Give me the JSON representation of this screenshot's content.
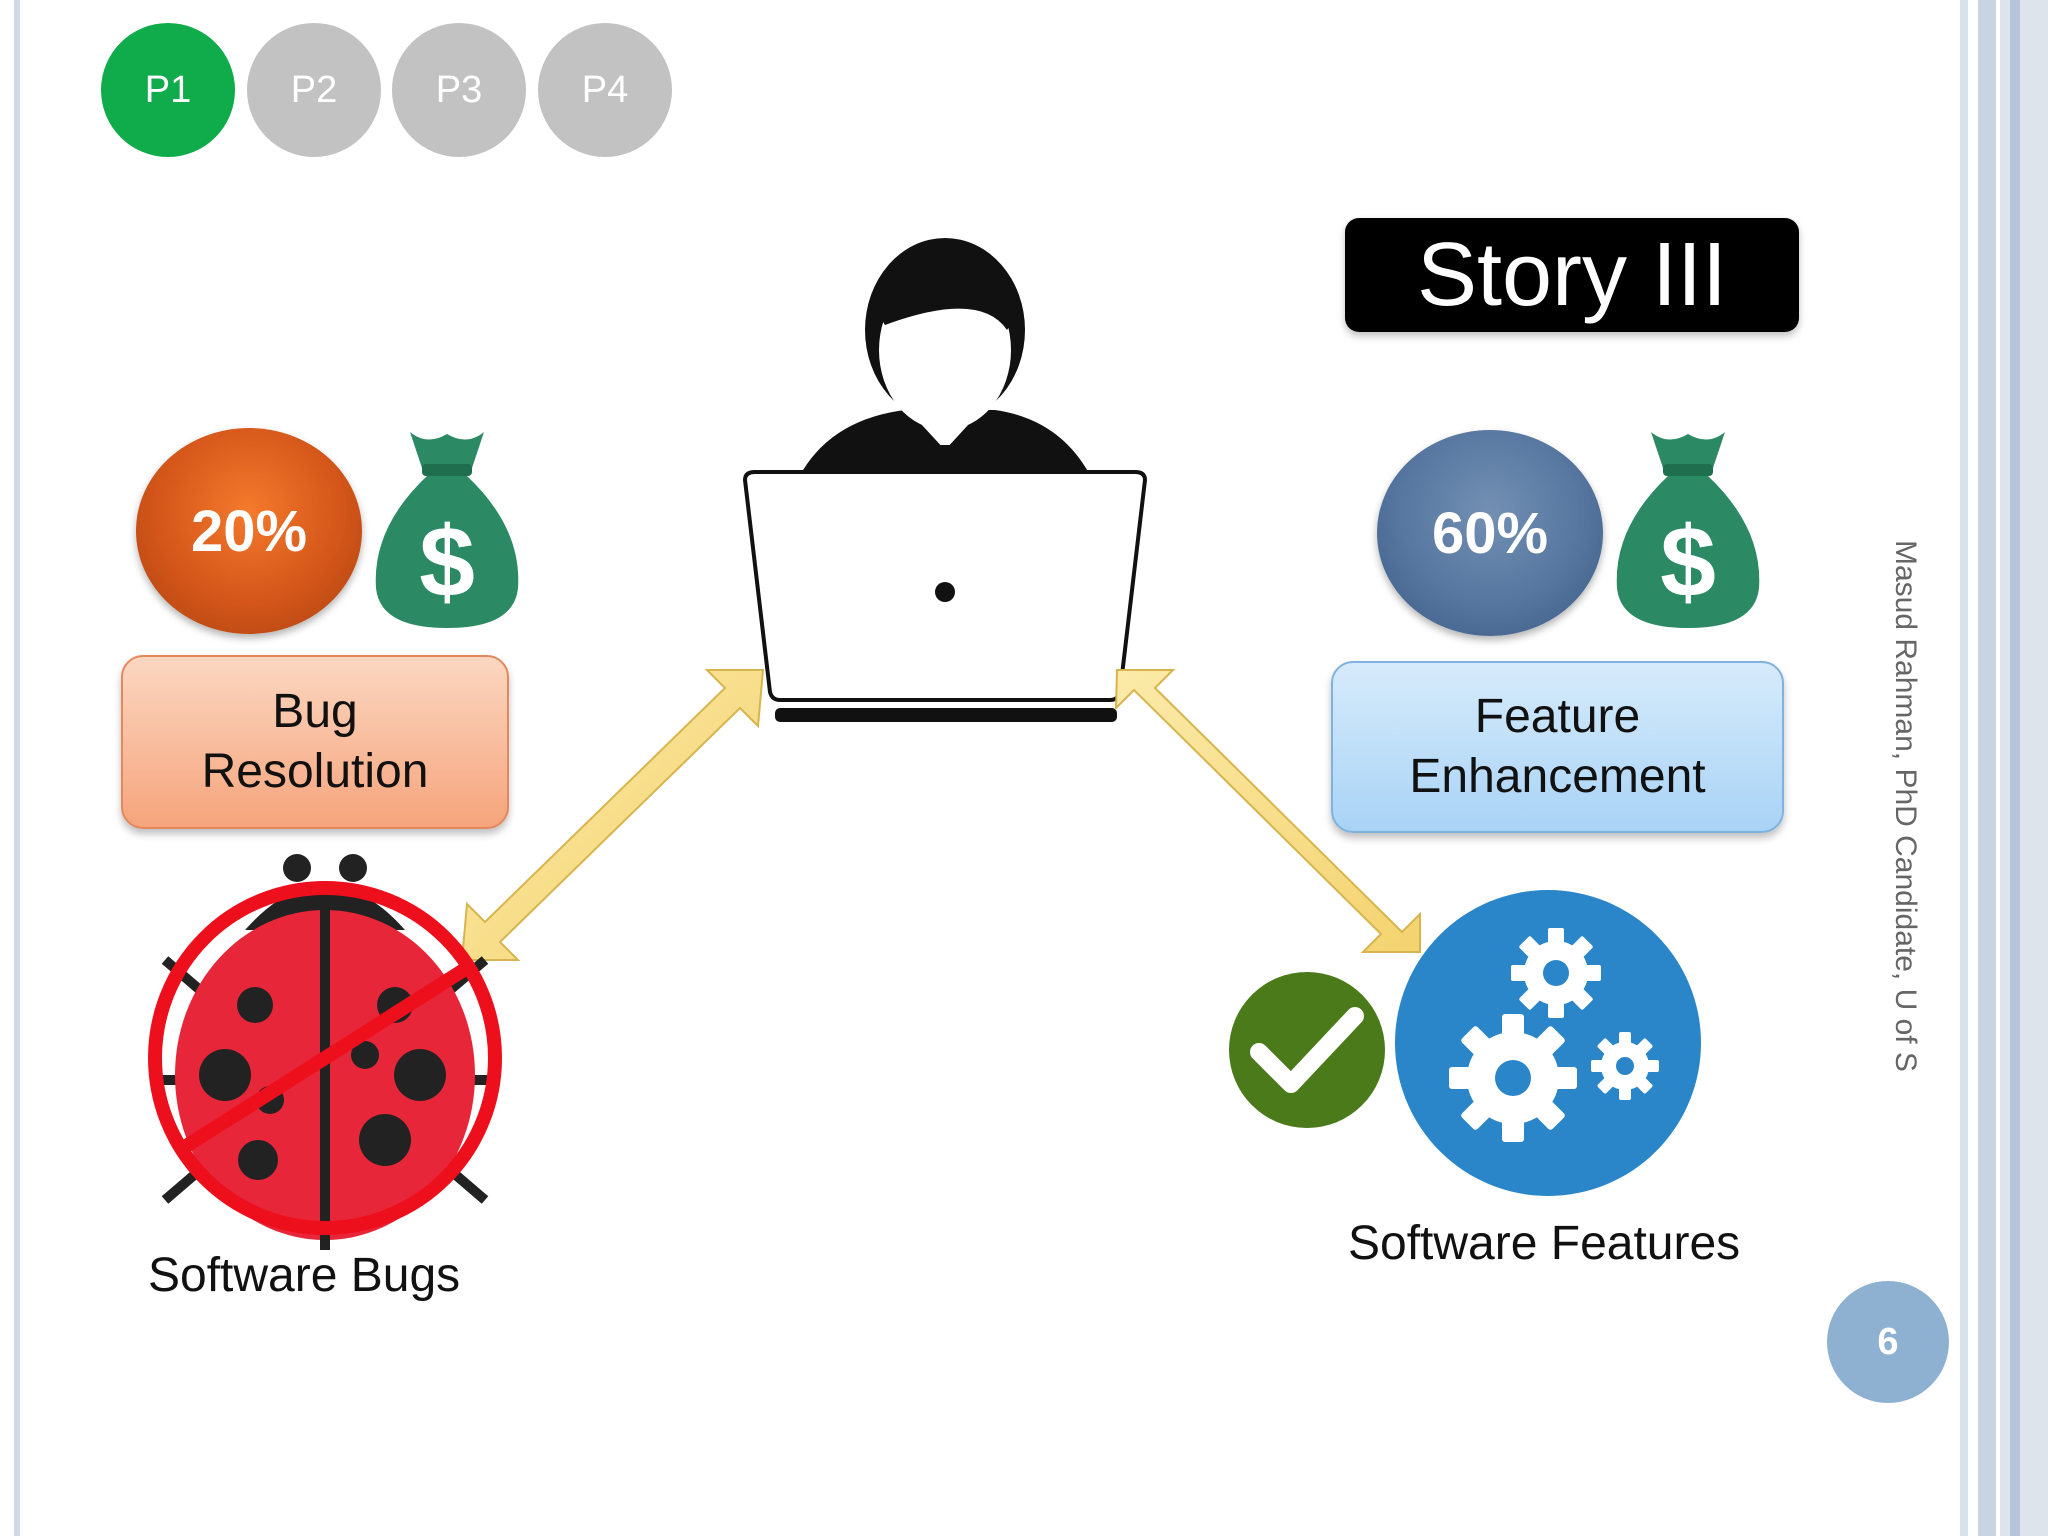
{
  "nav": {
    "pills": [
      {
        "label": "P1",
        "color": "#10ac4c"
      },
      {
        "label": "P2",
        "color": "#c2c2c2"
      },
      {
        "label": "P3",
        "color": "#c2c2c2"
      },
      {
        "label": "P4",
        "color": "#c2c2c2"
      }
    ]
  },
  "title": "Story III",
  "left": {
    "percent": "20%",
    "category": "Bug Resolution",
    "category_line1": "Bug",
    "category_line2": "Resolution",
    "caption": "Software Bugs"
  },
  "right": {
    "percent": "60%",
    "category": "Feature Enhancement",
    "category_line1": "Feature",
    "category_line2": "Enhancement",
    "caption": "Software Features"
  },
  "money_icon_symbol": "$",
  "credit": "Masud Rahman, PhD Candidate, U of S",
  "page_number": "6",
  "colors": {
    "accent_green": "#10ac4c",
    "money_green": "#2b8a63",
    "bug_red": "#e8263a",
    "gear_blue": "#2a86c9",
    "check_green": "#4a7a19"
  }
}
